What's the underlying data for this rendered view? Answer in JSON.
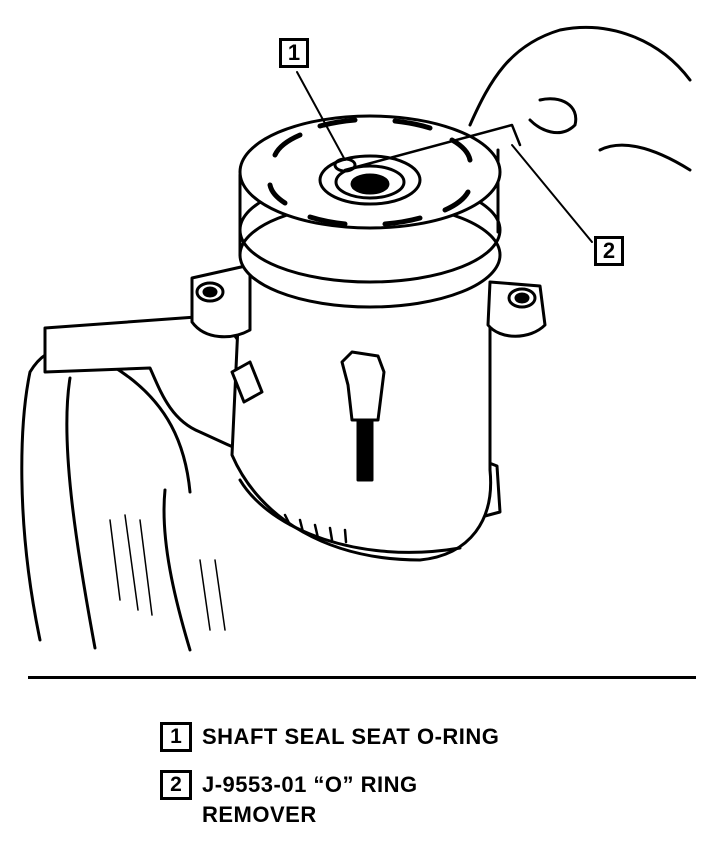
{
  "callouts": [
    {
      "number": "1"
    },
    {
      "number": "2"
    }
  ],
  "legend": [
    {
      "number": "1",
      "text": "SHAFT SEAL SEAT O-RING"
    },
    {
      "number": "2",
      "text": "J-9553-01 “O” RING\nREMOVER"
    }
  ]
}
